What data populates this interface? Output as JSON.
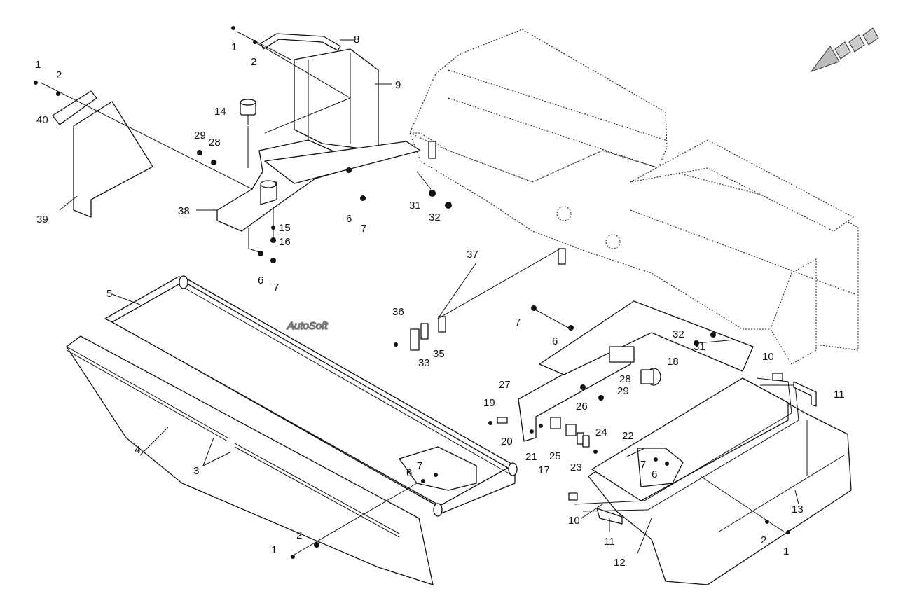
{
  "watermark": "AutoSoft",
  "callouts": [
    {
      "id": "c1a",
      "label": "1"
    },
    {
      "id": "c2a",
      "label": "2"
    },
    {
      "id": "c8",
      "label": "8"
    },
    {
      "id": "c9",
      "label": "9"
    },
    {
      "id": "c1b",
      "label": "1"
    },
    {
      "id": "c2b",
      "label": "2"
    },
    {
      "id": "c40",
      "label": "40"
    },
    {
      "id": "c39",
      "label": "39"
    },
    {
      "id": "c14",
      "label": "14"
    },
    {
      "id": "c29a",
      "label": "29"
    },
    {
      "id": "c28a",
      "label": "28"
    },
    {
      "id": "c38",
      "label": "38"
    },
    {
      "id": "c15",
      "label": "15"
    },
    {
      "id": "c16",
      "label": "16"
    },
    {
      "id": "c6a",
      "label": "6"
    },
    {
      "id": "c7a",
      "label": "7"
    },
    {
      "id": "c6b",
      "label": "6"
    },
    {
      "id": "c7b",
      "label": "7"
    },
    {
      "id": "c31a",
      "label": "31"
    },
    {
      "id": "c32a",
      "label": "32"
    },
    {
      "id": "c37",
      "label": "37"
    },
    {
      "id": "c5",
      "label": "5"
    },
    {
      "id": "c36",
      "label": "36"
    },
    {
      "id": "c35",
      "label": "35"
    },
    {
      "id": "c33",
      "label": "33"
    },
    {
      "id": "c7c",
      "label": "7"
    },
    {
      "id": "c6c",
      "label": "6"
    },
    {
      "id": "c32b",
      "label": "32"
    },
    {
      "id": "c31b",
      "label": "31"
    },
    {
      "id": "c10a",
      "label": "10"
    },
    {
      "id": "c11a",
      "label": "11"
    },
    {
      "id": "c18",
      "label": "18"
    },
    {
      "id": "c27",
      "label": "27"
    },
    {
      "id": "c28b",
      "label": "28"
    },
    {
      "id": "c29b",
      "label": "29"
    },
    {
      "id": "c19",
      "label": "19"
    },
    {
      "id": "c26",
      "label": "26"
    },
    {
      "id": "c20",
      "label": "20"
    },
    {
      "id": "c24",
      "label": "24"
    },
    {
      "id": "c21",
      "label": "21"
    },
    {
      "id": "c17",
      "label": "17"
    },
    {
      "id": "c25",
      "label": "25"
    },
    {
      "id": "c23",
      "label": "23"
    },
    {
      "id": "c22",
      "label": "22"
    },
    {
      "id": "c4",
      "label": "4"
    },
    {
      "id": "c3",
      "label": "3"
    },
    {
      "id": "c7d",
      "label": "7"
    },
    {
      "id": "c6d",
      "label": "6"
    },
    {
      "id": "c7e",
      "label": "7"
    },
    {
      "id": "c6e",
      "label": "6"
    },
    {
      "id": "c2c",
      "label": "2"
    },
    {
      "id": "c1c",
      "label": "1"
    },
    {
      "id": "c10b",
      "label": "10"
    },
    {
      "id": "c11b",
      "label": "11"
    },
    {
      "id": "c13",
      "label": "13"
    },
    {
      "id": "c12",
      "label": "12"
    },
    {
      "id": "c2d",
      "label": "2"
    },
    {
      "id": "c1d",
      "label": "1"
    }
  ]
}
